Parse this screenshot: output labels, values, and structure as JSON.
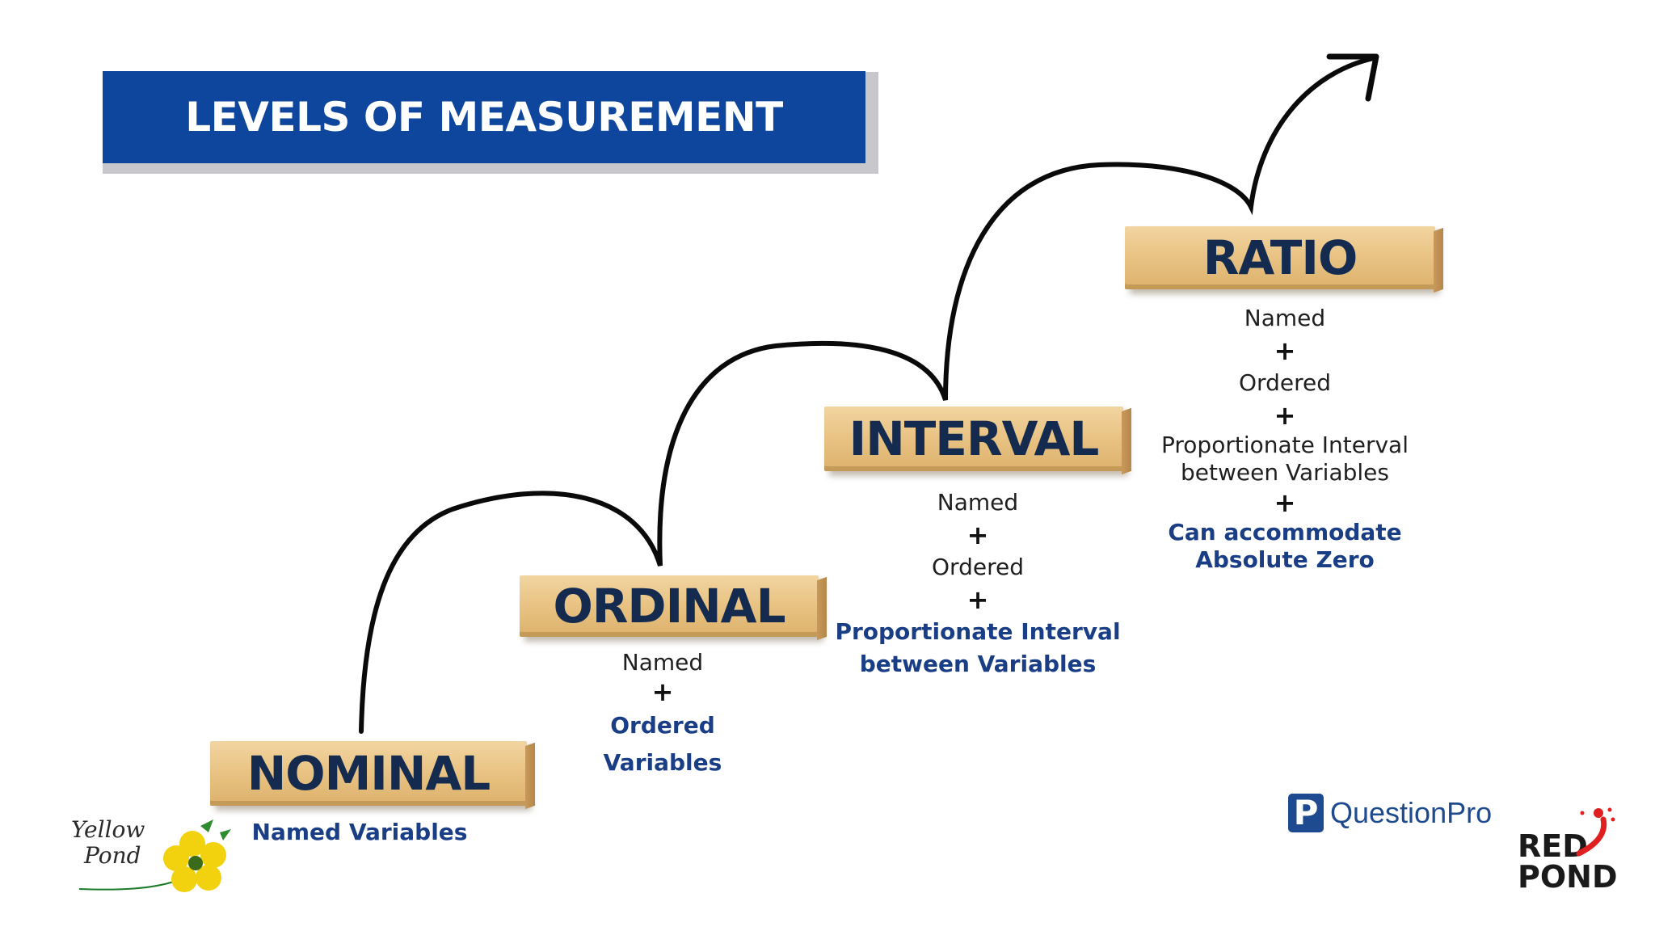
{
  "header": {
    "title": "LEVELS OF MEASUREMENT"
  },
  "levels": {
    "nominal": {
      "label": "NOMINAL",
      "lines": [
        "Named Variables"
      ]
    },
    "ordinal": {
      "label": "ORDINAL",
      "lines": [
        "Named",
        "+",
        "Ordered",
        "Variables"
      ]
    },
    "interval": {
      "label": "INTERVAL",
      "lines": [
        "Named",
        "+",
        "Ordered",
        "+",
        "Proportionate Interval",
        "between Variables"
      ]
    },
    "ratio": {
      "label": "RATIO",
      "lines": [
        "Named",
        "+",
        "Ordered",
        "+",
        "Proportionate Interval",
        "between Variables",
        "+",
        "Can accommodate",
        "Absolute Zero"
      ]
    }
  },
  "logos": {
    "questionpro": {
      "icon": "P",
      "text": "QuestionPro"
    },
    "redpond": {
      "line1": "RED",
      "line2": "POND"
    },
    "yellowpond": {
      "line1": "Yellow",
      "line2": "Pond"
    }
  },
  "colors": {
    "title_bar": "#0d469c",
    "label_text": "#142b4f",
    "accent_blue": "#1a3e86",
    "wood": "#e9c485",
    "redpond_red": "#e02020"
  }
}
